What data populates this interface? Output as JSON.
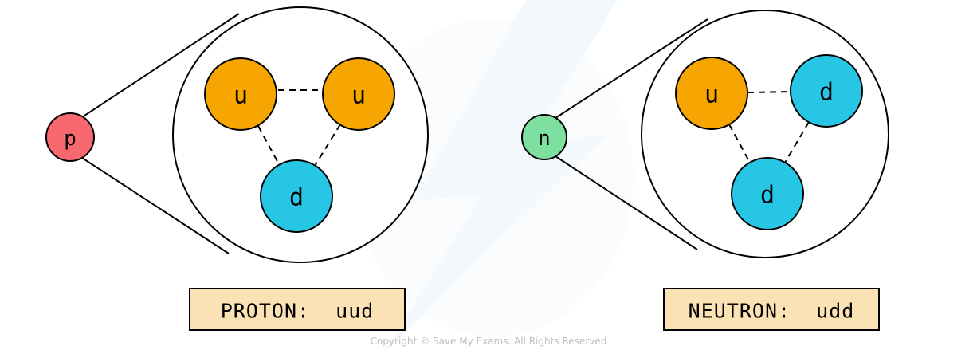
{
  "page": {
    "copyright": "Copyright © Save My Exams. All Rights Reserved"
  },
  "colors": {
    "proton": "#F8686F",
    "neutron": "#7EE0A0",
    "up_quark": "#F7A500",
    "down_quark": "#26C6E4",
    "label_box": "#FBE2B5",
    "stroke": "#000000",
    "watermark": "#EAF3FA",
    "copyright_text": "#BEBEBE"
  },
  "proton_diagram": {
    "particle_label": "p",
    "quarks": [
      {
        "label": "u"
      },
      {
        "label": "u"
      },
      {
        "label": "d"
      }
    ],
    "caption": "PROTON:  uud"
  },
  "neutron_diagram": {
    "particle_label": "n",
    "quarks": [
      {
        "label": "u"
      },
      {
        "label": "d"
      },
      {
        "label": "d"
      }
    ],
    "caption": "NEUTRON:  udd"
  }
}
